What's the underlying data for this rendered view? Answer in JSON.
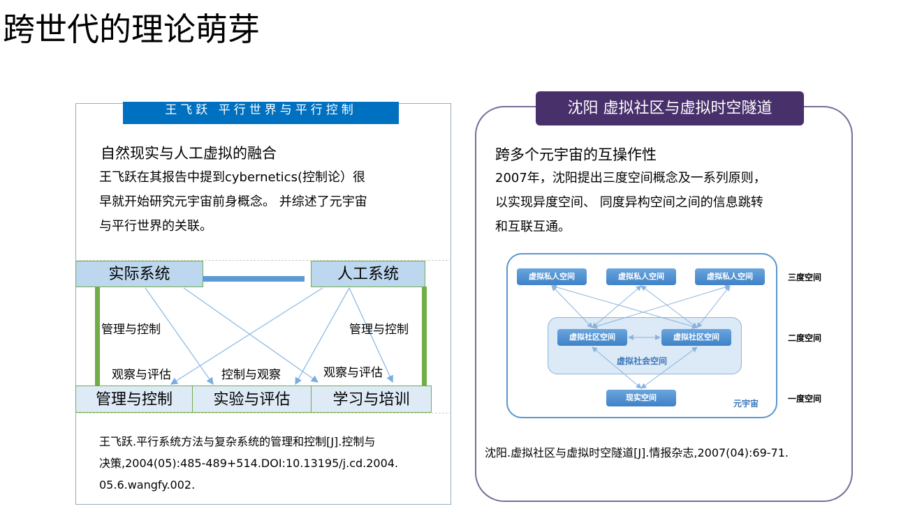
{
  "slide_title": "跨世代的理论萌芽",
  "left": {
    "banner": "王飞跃 平行世界与平行控制",
    "heading": "自然现实与人工虚拟的融合",
    "body": [
      "王飞跃在其报告中提到cybernetics(控制论）很",
      "早就开始研究元宇宙前身概念。  并综述了元宇宙",
      "与平行世界的关联。"
    ],
    "diagram": {
      "top": [
        "实际系统",
        "人工系统"
      ],
      "bottom": [
        "管理与控制",
        "实验与评估",
        "学习与培训"
      ],
      "edge_labels": [
        "管理与控制",
        "管理与控制",
        "观察与评估",
        "控制与观察",
        "观察与评估"
      ]
    },
    "citation": [
      "王飞跃.平行系统方法与复杂系统的管理和控制[J].控制与",
      "决策,2004(05):485-489+514.DOI:10.13195/j.cd.2004.",
      "05.6.wangfy.002."
    ]
  },
  "right": {
    "banner": "沈阳 虚拟社区与虚拟时空隧道",
    "heading": "跨多个元宇宙的互操作性",
    "body": [
      "2007年，沈阳提出三度空间概念及一系列原则，",
      "以实现异度空间、  同度异构空间之间的信息跳转",
      "和互联互通。"
    ],
    "diagram": {
      "private": "虚拟私人空间",
      "community": "虚拟社区空间",
      "social": "虚拟社会空间",
      "reality": "现实空间",
      "metaverse": "元宇宙",
      "levels": [
        "三度空间",
        "二度空间",
        "一度空间"
      ]
    },
    "citation": "沈阳.虚拟社区与虚拟时空隧道[J].情报杂志,2007(04):69-71."
  }
}
